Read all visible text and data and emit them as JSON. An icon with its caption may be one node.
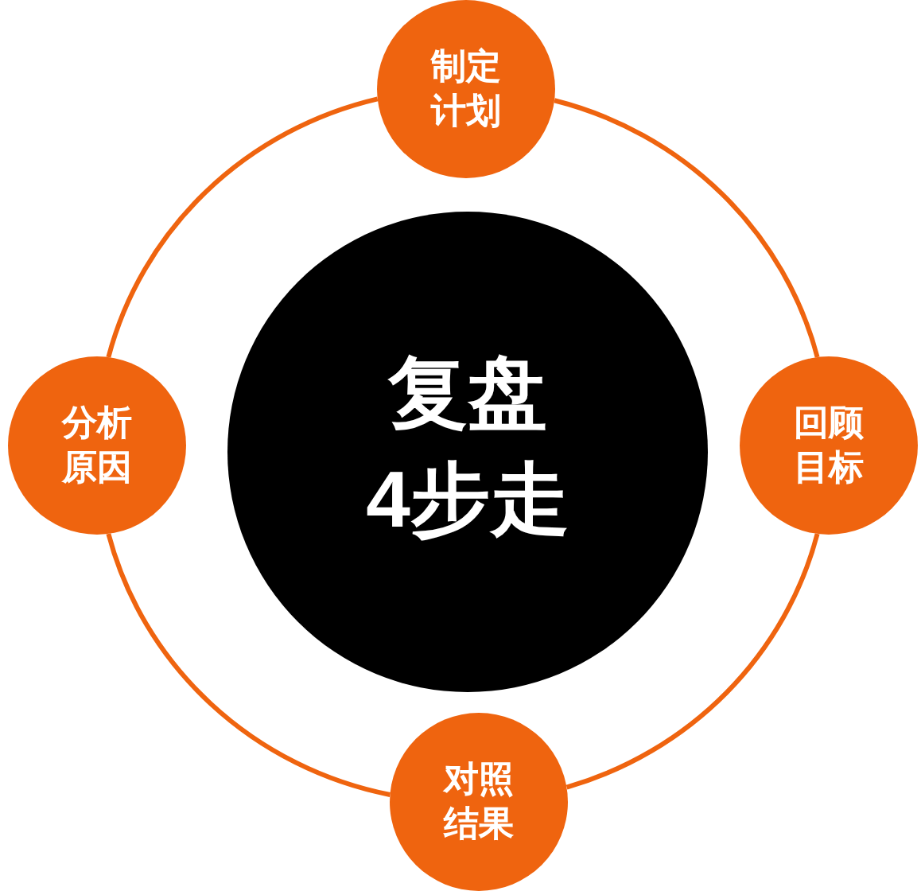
{
  "diagram": {
    "nodes": [
      {
        "text": [
          "制定计划"
        ]
      },
      {
        "text": [
          "分析原因"
        ]
      },
      {
        "text": [
          "复盘4步走"
        ]
      },
      {
        "text": [
          "回顾目标"
        ]
      },
      {
        "text": [
          "对照结果"
        ]
      }
    ],
    "edges": [
      {
        "from": 3,
        "to": 4,
        "arrow": "none"
      },
      {
        "from": 4,
        "to": 1,
        "arrow": "none"
      },
      {
        "from": 1,
        "to": 0,
        "arrow": "none"
      },
      {
        "from": 0,
        "to": 3,
        "arrow": "none"
      }
    ]
  }
}
